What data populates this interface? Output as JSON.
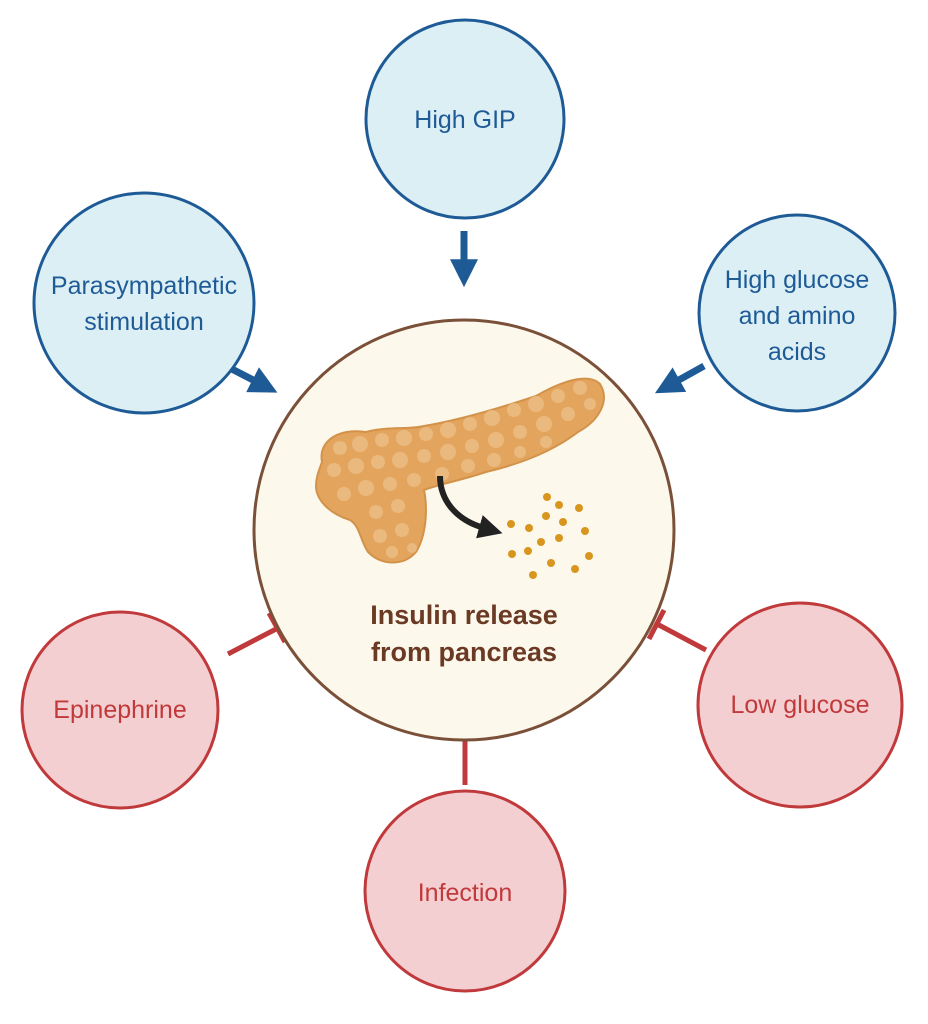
{
  "colors": {
    "promoter_fill": "#dceff5",
    "promoter_stroke": "#1e5b96",
    "promoter_text": "#1e5b96",
    "inhibitor_fill": "#f4cfd1",
    "inhibitor_stroke": "#c0393b",
    "inhibitor_text": "#c0393b",
    "center_fill": "#fdf8ec",
    "center_stroke": "#7b5038",
    "center_text": "#6b3a25",
    "pancreas": "#e3a55e",
    "granule": "#d9961f"
  },
  "center": {
    "line1": "Insulin release",
    "line2": "from pancreas"
  },
  "nodes": {
    "gip": {
      "line1": "High GIP"
    },
    "parasympathetic": {
      "line1": "Parasympathetic",
      "line2": "stimulation"
    },
    "glucose_amino": {
      "line1": "High glucose",
      "line2": "and amino",
      "line3": "acids"
    },
    "epinephrine": {
      "line1": "Epinephrine"
    },
    "low_glucose": {
      "line1": "Low glucose"
    },
    "infection": {
      "line1": "Infection"
    }
  },
  "icons": {
    "pancreas": "pancreas-icon",
    "secretion_arrow": "curved-arrow-icon",
    "granules": "insulin-granules-icon"
  }
}
